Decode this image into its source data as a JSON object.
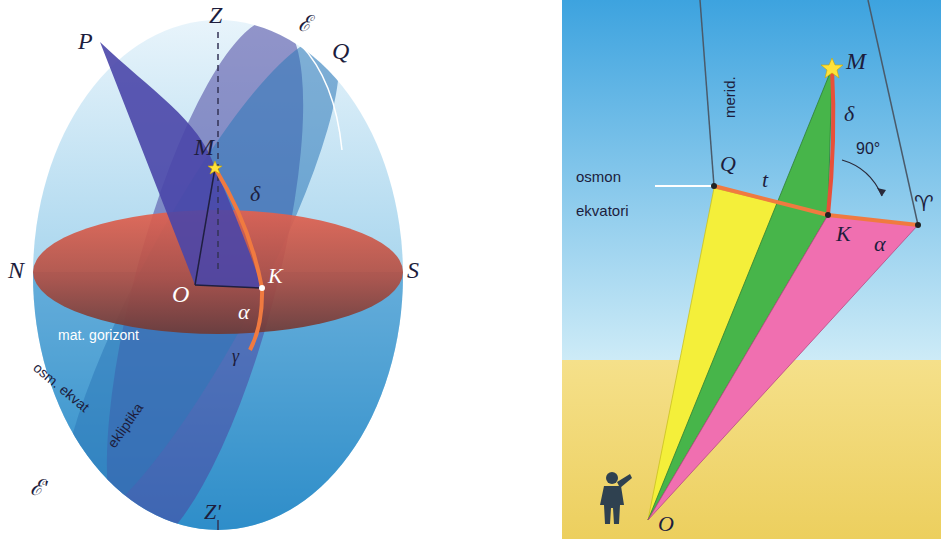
{
  "diagram": {
    "labels": [
      "Z",
      "P",
      "ℰ",
      "Q",
      "M",
      "δ",
      "N",
      "O",
      "K",
      "S",
      "α",
      "mat. gorizont",
      "γ",
      "osm. ekvat",
      "ekliptika",
      "ℰ'",
      "Z'",
      "merid.",
      "M",
      "δ",
      "osmon ekvatori",
      "Q",
      "t",
      "K",
      "90°",
      "♈",
      "α",
      "O"
    ]
  }
}
